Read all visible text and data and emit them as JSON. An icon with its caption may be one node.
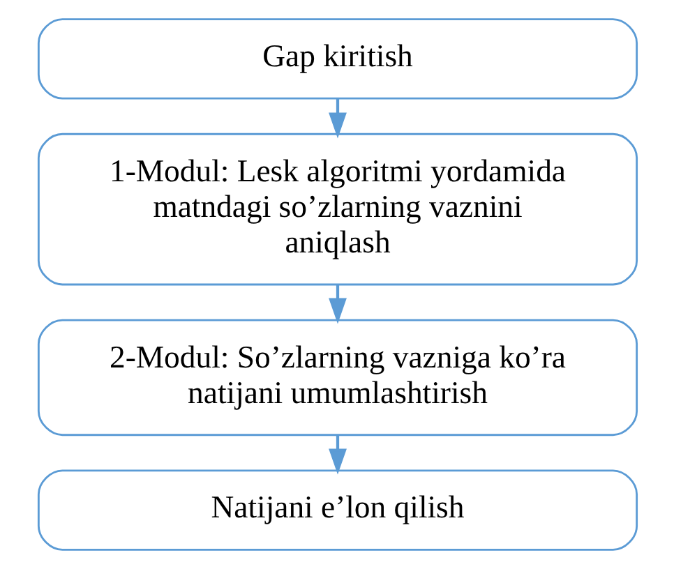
{
  "diagram": {
    "nodes": [
      {
        "text": [
          "Gap kiritish"
        ]
      },
      {
        "text": [
          "1-Modul: Lesk algoritmi yordamida matndagi so’zlarning vaznini aniqlash"
        ]
      },
      {
        "text": [
          "2-Modul: So’zlarning vazniga ko’ra natijani umumlashtirish"
        ]
      },
      {
        "text": [
          "Natijani e’lon qilish"
        ]
      }
    ],
    "edges": [
      {
        "from": 0,
        "to": 1,
        "arrow": "to"
      },
      {
        "from": 1,
        "to": 2,
        "arrow": "to"
      },
      {
        "from": 2,
        "to": 3,
        "arrow": "to"
      }
    ]
  }
}
